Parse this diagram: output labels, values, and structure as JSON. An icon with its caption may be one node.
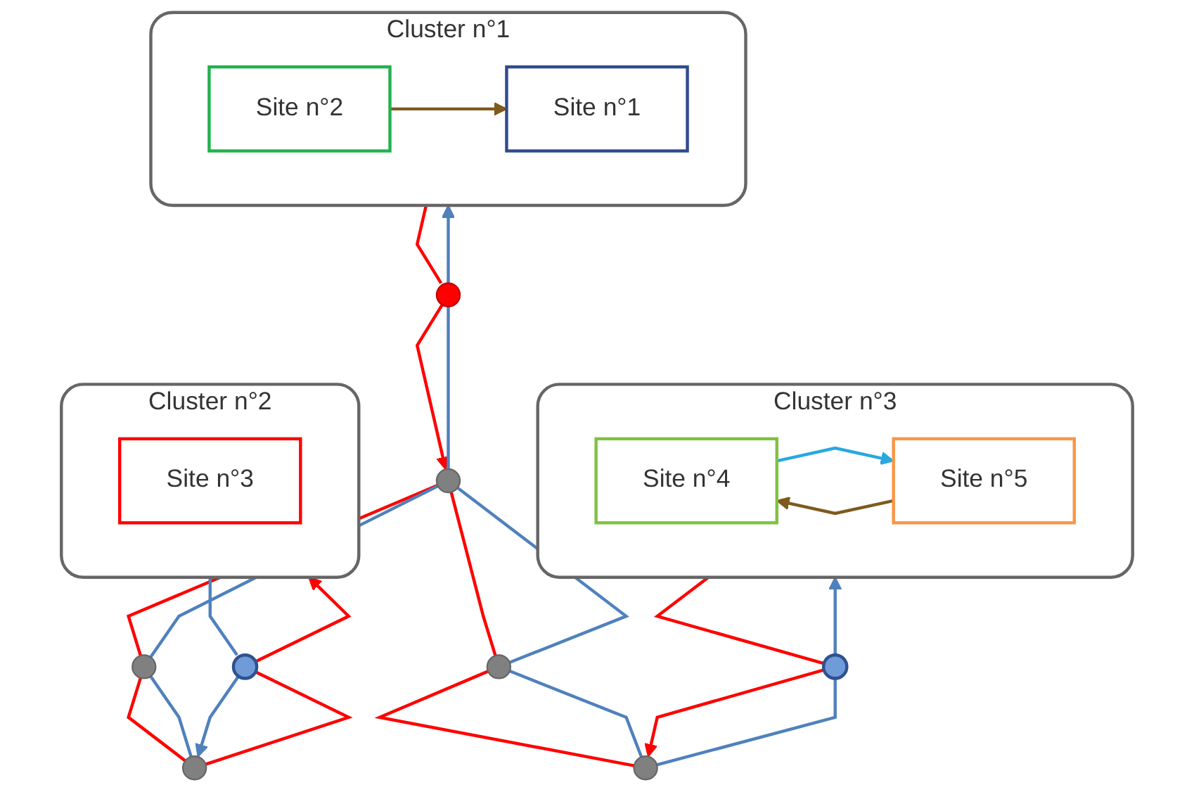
{
  "diagram": {
    "nodes": [
      {
        "text": [
          "Cluster n°1"
        ]
      },
      {
        "text": [
          "Site n°1"
        ],
        "in": 0
      },
      {
        "text": [
          "Site n°2"
        ],
        "in": 0
      },
      {
        "text": [],
        "shape": "circle"
      },
      {
        "text": [],
        "shape": "circle"
      },
      {
        "text": [],
        "shape": "circle"
      },
      {
        "text": [],
        "shape": "circle"
      },
      {
        "text": [],
        "shape": "circle"
      },
      {
        "text": [],
        "shape": "circle"
      },
      {
        "text": [],
        "shape": "circle"
      },
      {
        "text": [],
        "shape": "circle"
      },
      {
        "text": [
          "Cluster n°2"
        ]
      },
      {
        "text": [
          "Site n°3"
        ],
        "in": 11
      },
      {
        "text": [
          "Cluster n°3"
        ]
      },
      {
        "text": [
          "Site n°4"
        ],
        "in": 13
      },
      {
        "text": [
          "Site n°5"
        ],
        "in": 13
      }
    ],
    "edges": [
      {
        "from": 2,
        "to": 1,
        "arrow": "to",
        "color": "#7f5a1e"
      },
      {
        "from": 0,
        "to": 3,
        "arrow": "none",
        "color": "#ff0000"
      },
      {
        "from": 3,
        "to": 4,
        "arrow": "to",
        "color": "#ff0000"
      },
      {
        "from": 4,
        "to": 3,
        "arrow": "none",
        "color": "#4f81bd"
      },
      {
        "from": 3,
        "to": 0,
        "arrow": "to",
        "color": "#4f81bd"
      },
      {
        "from": 4,
        "to": 5,
        "arrow": "none",
        "color": "#ff0000"
      },
      {
        "from": 4,
        "to": 5,
        "arrow": "none",
        "color": "#4f81bd"
      },
      {
        "from": 4,
        "to": 6,
        "arrow": "none",
        "color": "#ff0000"
      },
      {
        "from": 4,
        "to": 6,
        "arrow": "none",
        "color": "#4f81bd"
      },
      {
        "from": 5,
        "to": 7,
        "arrow": "none",
        "color": "#ff0000"
      },
      {
        "from": 5,
        "to": 7,
        "arrow": "none",
        "color": "#4f81bd"
      },
      {
        "from": 6,
        "to": 8,
        "arrow": "none",
        "color": "#ff0000"
      },
      {
        "from": 6,
        "to": 8,
        "arrow": "none",
        "color": "#4f81bd"
      },
      {
        "from": 7,
        "to": 9,
        "arrow": "none",
        "color": "#ff0000"
      },
      {
        "from": 9,
        "to": 11,
        "arrow": "to",
        "color": "#ff0000"
      },
      {
        "from": 11,
        "to": 9,
        "arrow": "none",
        "color": "#4f81bd"
      },
      {
        "from": 9,
        "to": 7,
        "arrow": "to",
        "color": "#4f81bd"
      },
      {
        "from": 13,
        "to": 10,
        "arrow": "none",
        "color": "#ff0000"
      },
      {
        "from": 10,
        "to": 8,
        "arrow": "to",
        "color": "#ff0000"
      },
      {
        "from": 8,
        "to": 10,
        "arrow": "none",
        "color": "#4f81bd"
      },
      {
        "from": 10,
        "to": 13,
        "arrow": "to",
        "color": "#4f81bd"
      },
      {
        "from": 15,
        "to": 14,
        "arrow": "to",
        "color": "#7f5a1e"
      },
      {
        "from": 14,
        "to": 15,
        "arrow": "to",
        "color": "#29a8e0"
      }
    ]
  }
}
